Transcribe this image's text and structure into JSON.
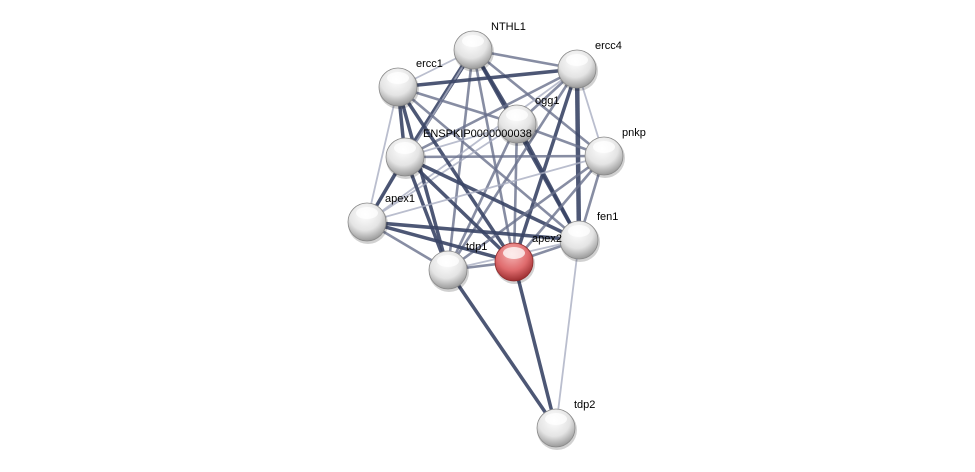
{
  "network": {
    "nodes": [
      {
        "id": "NTHL1",
        "label": "NTHL1",
        "query": false
      },
      {
        "id": "ercc4",
        "label": "ercc4",
        "query": false
      },
      {
        "id": "ercc1",
        "label": "ercc1",
        "query": false
      },
      {
        "id": "ogg1",
        "label": "ogg1",
        "query": false
      },
      {
        "id": "ENSP",
        "label": "ENSPKIP0000000038",
        "query": false
      },
      {
        "id": "pnkp",
        "label": "pnkp",
        "query": false
      },
      {
        "id": "apex1",
        "label": "apex1",
        "query": false
      },
      {
        "id": "fen1",
        "label": "fen1",
        "query": false
      },
      {
        "id": "apex2",
        "label": "apex2",
        "query": true
      },
      {
        "id": "tdp1",
        "label": "tdp1",
        "query": false
      },
      {
        "id": "tdp2",
        "label": "tdp2",
        "query": false
      }
    ],
    "edges": [
      [
        "NTHL1",
        "ercc4",
        2
      ],
      [
        "NTHL1",
        "ercc1",
        1
      ],
      [
        "NTHL1",
        "ogg1",
        3
      ],
      [
        "NTHL1",
        "ENSP",
        4
      ],
      [
        "NTHL1",
        "pnkp",
        2
      ],
      [
        "NTHL1",
        "apex1",
        1
      ],
      [
        "NTHL1",
        "fen1",
        3
      ],
      [
        "NTHL1",
        "apex2",
        2
      ],
      [
        "NTHL1",
        "tdp1",
        2
      ],
      [
        "ercc4",
        "ercc1",
        3
      ],
      [
        "ercc4",
        "ogg1",
        2
      ],
      [
        "ercc4",
        "ENSP",
        2
      ],
      [
        "ercc4",
        "pnkp",
        1
      ],
      [
        "ercc4",
        "fen1",
        4
      ],
      [
        "ercc4",
        "apex2",
        3
      ],
      [
        "ercc4",
        "tdp1",
        2
      ],
      [
        "ercc4",
        "apex1",
        1
      ],
      [
        "ercc1",
        "ogg1",
        2
      ],
      [
        "ercc1",
        "ENSP",
        3
      ],
      [
        "ercc1",
        "apex1",
        1
      ],
      [
        "ercc1",
        "fen1",
        2
      ],
      [
        "ercc1",
        "apex2",
        3
      ],
      [
        "ercc1",
        "tdp1",
        3
      ],
      [
        "ogg1",
        "ENSP",
        1
      ],
      [
        "ogg1",
        "fen1",
        3
      ],
      [
        "ogg1",
        "apex2",
        2
      ],
      [
        "ogg1",
        "tdp1",
        2
      ],
      [
        "ogg1",
        "apex1",
        1
      ],
      [
        "ogg1",
        "pnkp",
        2
      ],
      [
        "ENSP",
        "pnkp",
        2
      ],
      [
        "ENSP",
        "apex1",
        3
      ],
      [
        "ENSP",
        "fen1",
        3
      ],
      [
        "ENSP",
        "apex2",
        3
      ],
      [
        "ENSP",
        "tdp1",
        3
      ],
      [
        "pnkp",
        "apex1",
        1
      ],
      [
        "pnkp",
        "fen1",
        2
      ],
      [
        "pnkp",
        "apex2",
        2
      ],
      [
        "pnkp",
        "tdp1",
        2
      ],
      [
        "apex1",
        "fen1",
        3
      ],
      [
        "apex1",
        "apex2",
        3
      ],
      [
        "apex1",
        "tdp1",
        2
      ],
      [
        "fen1",
        "apex2",
        2
      ],
      [
        "fen1",
        "tdp1",
        1
      ],
      [
        "fen1",
        "tdp2",
        1
      ],
      [
        "apex2",
        "tdp1",
        2
      ],
      [
        "apex2",
        "tdp2",
        3
      ],
      [
        "tdp1",
        "tdp2",
        3
      ]
    ],
    "colors": {
      "edge_dark": "#3a4566",
      "edge_light": "#a9aec2",
      "node": "#e6e6e6",
      "query_node": "#d9595c"
    }
  }
}
